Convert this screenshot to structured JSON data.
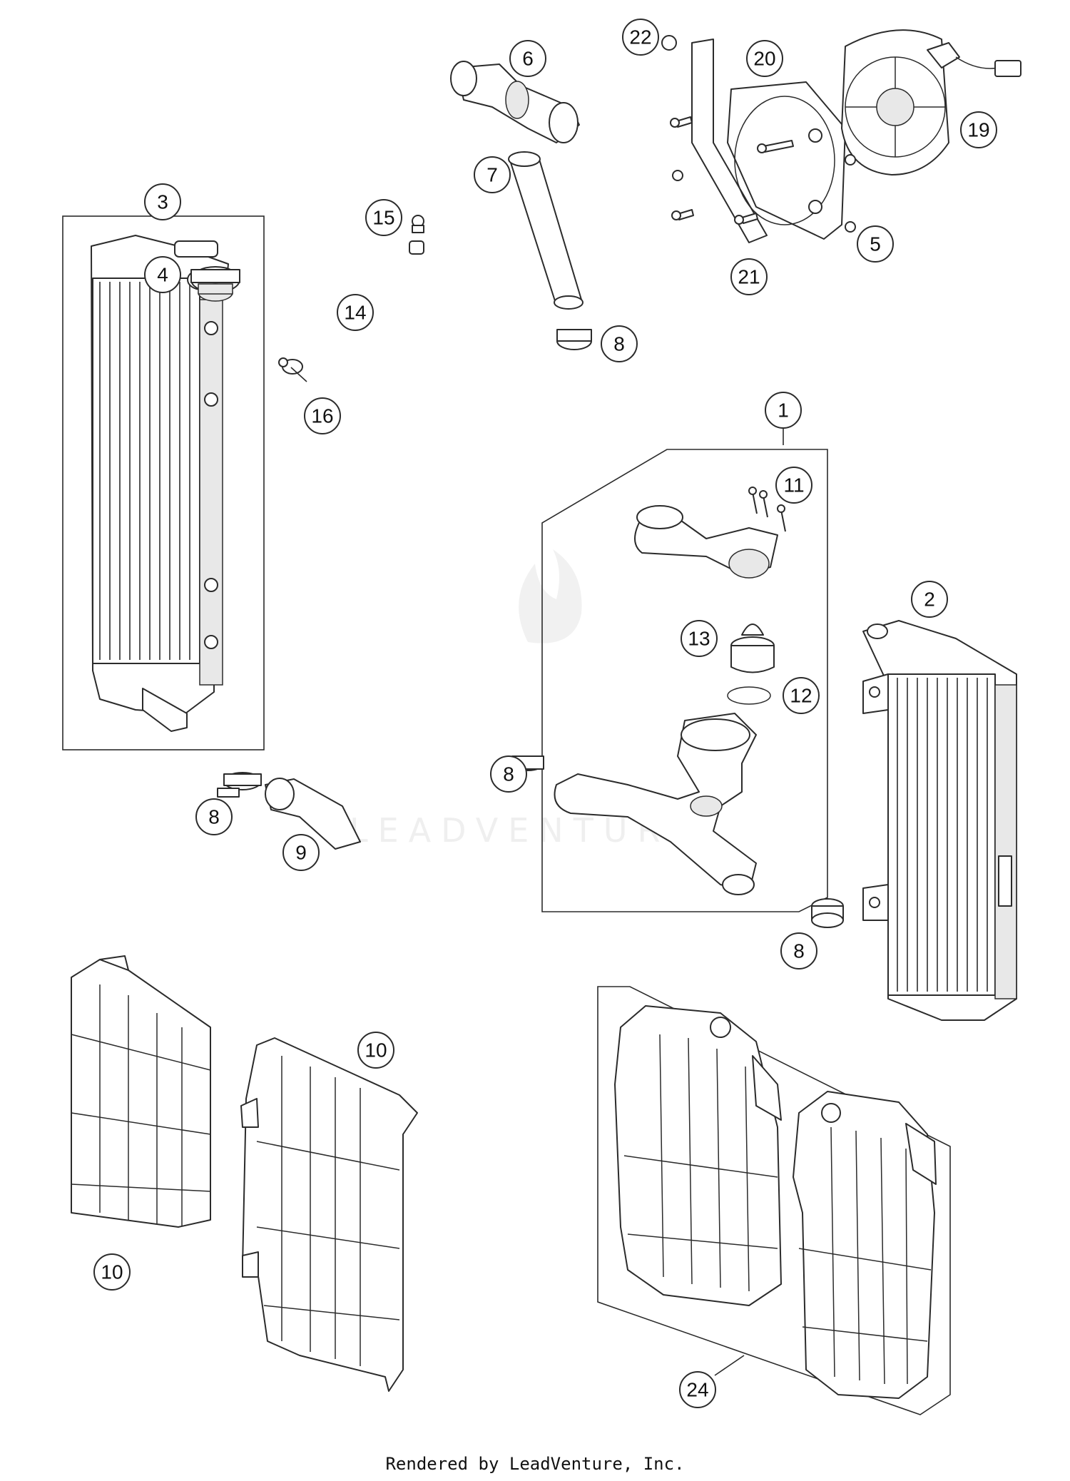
{
  "watermark": "LEADVENTURE",
  "footer_text": "Rendered by LeadVenture, Inc.",
  "callouts": {
    "c1": "1",
    "c2": "2",
    "c3": "3",
    "c4": "4",
    "c5": "5",
    "c6": "6",
    "c7": "7",
    "c8a": "8",
    "c8b": "8",
    "c8c": "8",
    "c8d": "8",
    "c9": "9",
    "c10a": "10",
    "c10b": "10",
    "c11": "11",
    "c12": "12",
    "c13": "13",
    "c14": "14",
    "c15": "15",
    "c16": "16",
    "c19": "19",
    "c20": "20",
    "c21": "21",
    "c22": "22",
    "c24": "24"
  }
}
